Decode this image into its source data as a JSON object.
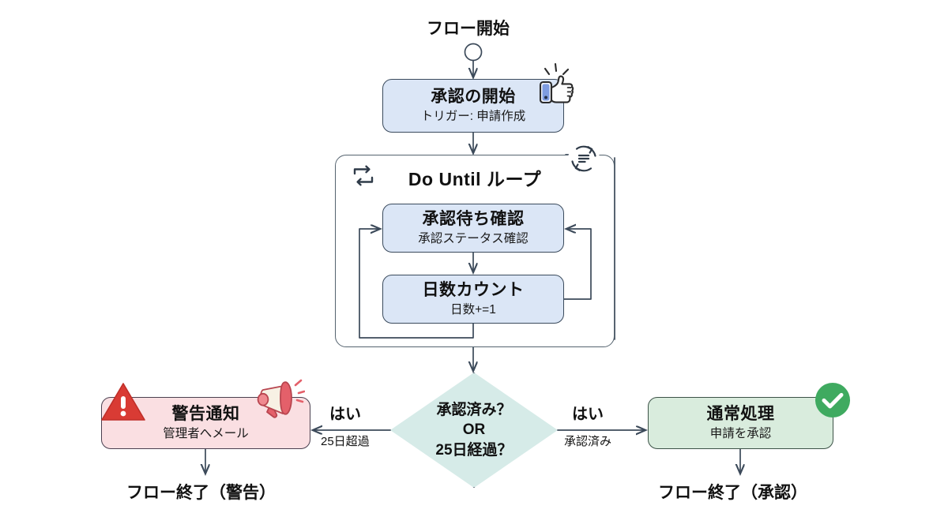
{
  "diagram": {
    "title_label": "フロー開始",
    "background": "#ffffff",
    "colors": {
      "blue_fill": "#dbe6f6",
      "teal_fill": "#d6ebe8",
      "pink_fill": "#fadfe2",
      "green_fill": "#d9ecdd",
      "stroke": "#3c4a5a",
      "warn_red": "#d93b34",
      "success_green": "#3faa60",
      "megaphone_red": "#e4606a",
      "thumb_blue": "#7e9ce0"
    }
  },
  "start_node": {
    "title": "承認の開始",
    "subtitle": "トリガー: 申請作成",
    "icon": "thumbs-up-icon"
  },
  "loop": {
    "title": "Do Until ループ",
    "loop_icon": "repeat-icon",
    "sync_icon": "sync-refresh-icon",
    "steps": [
      {
        "title": "承認待ち確認",
        "subtitle": "承認ステータス確認"
      },
      {
        "title": "日数カウント",
        "subtitle": "日数+=1"
      }
    ]
  },
  "decision": {
    "line1": "承認済み？",
    "line2": "OR",
    "line3": "25日経過？"
  },
  "branches": {
    "left": {
      "yes_label": "はい",
      "condition": "25日超過",
      "node_title": "警告通知",
      "node_subtitle": "管理者へメール",
      "icon": "warning-triangle-icon",
      "accent_icon": "megaphone-icon",
      "end_label": "フロー終了（警告）"
    },
    "right": {
      "yes_label": "はい",
      "condition": "承認済み",
      "node_title": "通常処理",
      "node_subtitle": "申請を承認",
      "icon": "check-circle-icon",
      "end_label": "フロー終了（承認）"
    }
  }
}
